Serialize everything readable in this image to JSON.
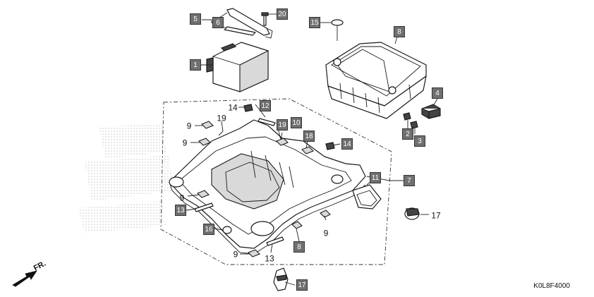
{
  "diagram": {
    "drawing_code": "K0L8F4000",
    "direction_label": "FR.",
    "callouts": [
      {
        "id": "c1",
        "label": "1",
        "boxed": true
      },
      {
        "id": "c2",
        "label": "2",
        "boxed": true
      },
      {
        "id": "c3",
        "label": "3",
        "boxed": true
      },
      {
        "id": "c4",
        "label": "4",
        "boxed": true
      },
      {
        "id": "c5",
        "label": "5",
        "boxed": true
      },
      {
        "id": "c6",
        "label": "6",
        "boxed": true
      },
      {
        "id": "c7",
        "label": "7",
        "boxed": true
      },
      {
        "id": "c8a",
        "label": "8",
        "boxed": true
      },
      {
        "id": "c8b",
        "label": "8",
        "boxed": true
      },
      {
        "id": "c9a",
        "label": "9",
        "boxed": false
      },
      {
        "id": "c9b",
        "label": "9",
        "boxed": false
      },
      {
        "id": "c9c",
        "label": "9",
        "boxed": false
      },
      {
        "id": "c9d",
        "label": "9",
        "boxed": false
      },
      {
        "id": "c9e",
        "label": "9",
        "boxed": false
      },
      {
        "id": "c10",
        "label": "10",
        "boxed": true
      },
      {
        "id": "c11",
        "label": "11",
        "boxed": true
      },
      {
        "id": "c12",
        "label": "12",
        "boxed": true
      },
      {
        "id": "c13a",
        "label": "13",
        "boxed": true
      },
      {
        "id": "c13b",
        "label": "13",
        "boxed": false
      },
      {
        "id": "c14a",
        "label": "14",
        "boxed": false
      },
      {
        "id": "c14b",
        "label": "14",
        "boxed": true
      },
      {
        "id": "c15",
        "label": "15",
        "boxed": true
      },
      {
        "id": "c16",
        "label": "16",
        "boxed": true
      },
      {
        "id": "c17a",
        "label": "17",
        "boxed": false
      },
      {
        "id": "c17b",
        "label": "17",
        "boxed": true
      },
      {
        "id": "c18",
        "label": "18",
        "boxed": true
      },
      {
        "id": "c19a",
        "label": "19",
        "boxed": false
      },
      {
        "id": "c19b",
        "label": "19",
        "boxed": true
      },
      {
        "id": "c20",
        "label": "20",
        "boxed": true
      }
    ]
  }
}
